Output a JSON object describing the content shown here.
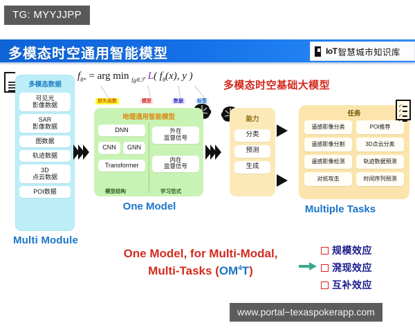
{
  "watermarks": {
    "top_tag": "TG: MYYJJPP",
    "bottom_url": "www.portal−texaspokerapp.com"
  },
  "titlebar": {
    "title": "多模态时空通用智能模型",
    "accent_color": "#1470e6"
  },
  "logo": {
    "mark": "book-icon",
    "prefix": "IoT",
    "text": "智慧城市知识库"
  },
  "left_panel": {
    "icon": "document-icon",
    "header": "多模态数据",
    "items": [
      "可见光\n影像数据",
      "SAR\n影像数据",
      "图数据",
      "轨迹数据",
      "3D\n点云数据",
      "POI数据"
    ],
    "caption": "Multi Module",
    "fill_color": "#bdeef7"
  },
  "formula": {
    "lhs": "f",
    "lhs_sub": "θ*",
    "body": "= arg min",
    "body_sub": "fθ∈F",
    "loss": "L( f",
    "loss_sub": "θ",
    "loss_tail": "(x), y )",
    "tags": [
      "损失函数",
      "模型",
      "数据",
      "标签"
    ]
  },
  "center_panel": {
    "header": "地理通用智能模型",
    "icon": "brain-icon",
    "structure_items": [
      "DNN",
      "CNN",
      "GNN",
      "Transformer"
    ],
    "paradigm_items": [
      "外在\n监督信号",
      "内在\n监督信号"
    ],
    "footer_left": "模型结构",
    "footer_right": "学习范式",
    "caption": "One Model",
    "fill_color": "#c9f3b4"
  },
  "right_section": {
    "heading": "多模态时空基础大模型",
    "capability": {
      "header": "能力",
      "items": [
        "分类",
        "预测",
        "生成"
      ],
      "fill_color": "#fce9b8"
    },
    "tasks": {
      "header": "任务",
      "icon": "checklist-icon",
      "items": [
        "遥感影像分类",
        "POI推荐",
        "遥感影像分割",
        "3D点云分类",
        "遥感影像检测",
        "轨迹数据预测",
        "对抗攻击",
        "时间序列预测"
      ],
      "fill_color": "#fbe5ac"
    },
    "caption": "Multiple Tasks"
  },
  "slogan": {
    "line1": "One Model, for Multi-Modal,",
    "line2_prefix": "Multi-Tasks (",
    "line2_code": "OM",
    "line2_sup": "4",
    "line2_code_tail": "T",
    "line2_suffix": ")",
    "color": "#d32b1e",
    "code_color": "#1b74c9"
  },
  "effects": {
    "items": [
      "规模效应",
      "溌现效应",
      "互补效应"
    ],
    "bullet": "red-square-icon",
    "text_color": "#1a1a8c"
  }
}
